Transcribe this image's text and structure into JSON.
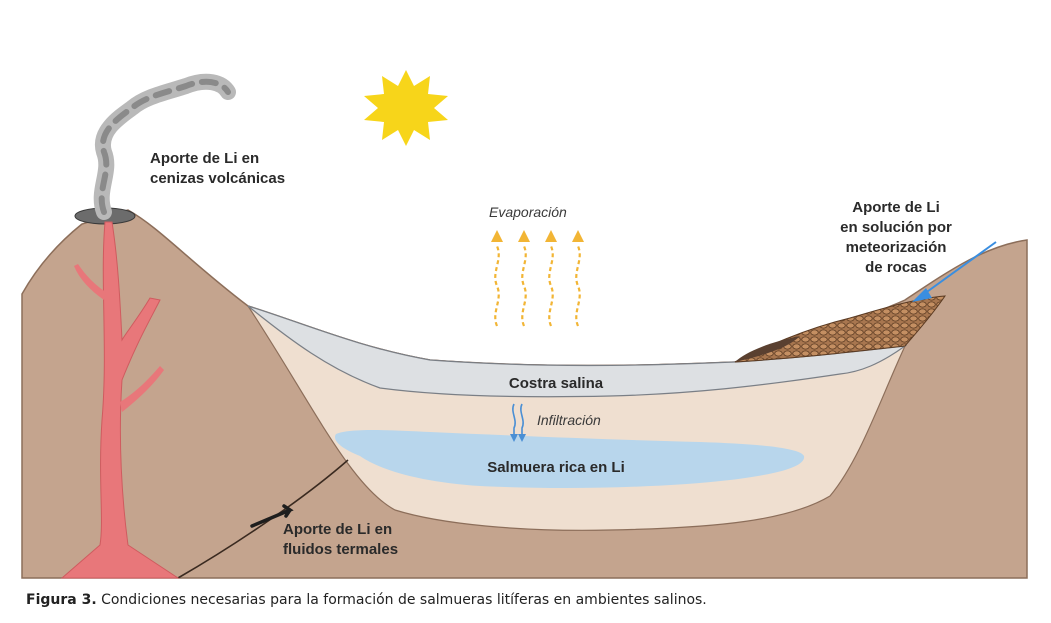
{
  "labels": {
    "volcanic_line1": "Aporte de Li en",
    "volcanic_line2": "cenizas volcánicas",
    "evaporation": "Evaporación",
    "weathering_line1": "Aporte de Li",
    "weathering_line2": "en solución por",
    "weathering_line3": "meteorización",
    "weathering_line4": "de rocas",
    "salt_crust": "Costra salina",
    "infiltration": "Infiltración",
    "brine": "Salmuera rica en Li",
    "thermal_line1": "Aporte de Li en",
    "thermal_line2": "fluidos termales"
  },
  "caption": {
    "figure_label": "Figura 3.",
    "text": " Condiciones necesarias para la formación de salmueras litíferas en ambientes salinos."
  },
  "colors": {
    "rock": "#c4a48e",
    "basin_fill": "#efdfd0",
    "salt_crust": "#dde0e3",
    "brine": "#b8d6ec",
    "magma": "#e8777a",
    "sun": "#f7d51a",
    "evaporation_arrows": "#f2b535",
    "infiltration_arrows": "#4a8fd4",
    "weathering_arrow": "#3a8ee0"
  },
  "icons": [
    "sun-icon",
    "volcano-smoke-icon",
    "evaporation-arrows-icon",
    "infiltration-arrows-icon",
    "weathering-arrow-icon",
    "thermal-arrow-icon"
  ]
}
